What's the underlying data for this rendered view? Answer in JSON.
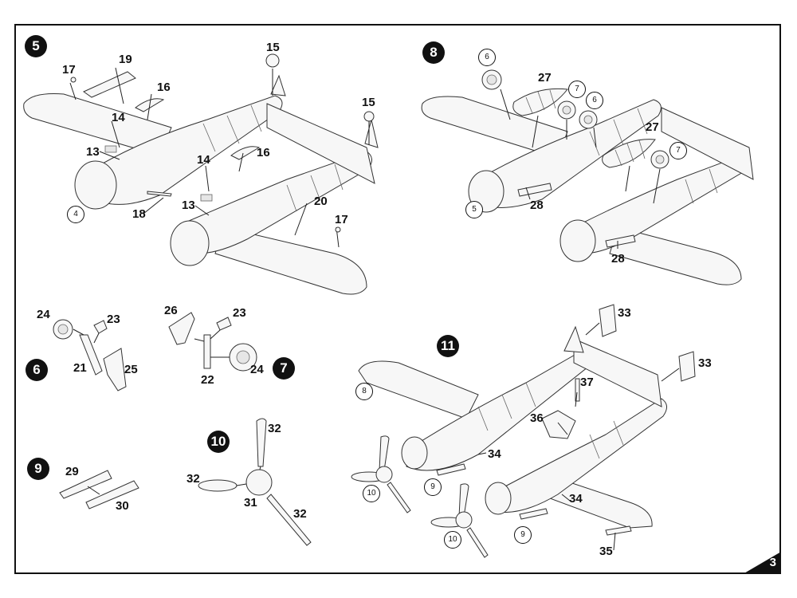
{
  "steps": {
    "s5": "5",
    "s6": "6",
    "s7": "7",
    "s8": "8",
    "s9": "9",
    "s10": "10",
    "s11": "11"
  },
  "parts": {
    "p15a": "15",
    "p15b": "15",
    "p17a": "17",
    "p17b": "17",
    "p19": "19",
    "p16a": "16",
    "p16b": "16",
    "p14a": "14",
    "p14b": "14",
    "p13a": "13",
    "p13b": "13",
    "p18": "18",
    "p20": "20",
    "p27a": "27",
    "p27b": "27",
    "p28a": "28",
    "p28b": "28",
    "p24a": "24",
    "p23a": "23",
    "p21": "21",
    "p25": "25",
    "p26": "26",
    "p23b": "23",
    "p22": "22",
    "p24b": "24",
    "p29": "29",
    "p30": "30",
    "p32a": "32",
    "p32b": "32",
    "p32c": "32",
    "p31": "31",
    "p33a": "33",
    "p33b": "33",
    "p37": "37",
    "p36": "36",
    "p34a": "34",
    "p34b": "34",
    "p35": "35"
  },
  "refs": {
    "r4": "4",
    "r5": "5",
    "r6a": "6",
    "r7a": "7",
    "r6b": "6",
    "r7b": "7",
    "r8": "8",
    "r9a": "9",
    "r10a": "10",
    "r9b": "9",
    "r10b": "10"
  },
  "page_number": "3"
}
